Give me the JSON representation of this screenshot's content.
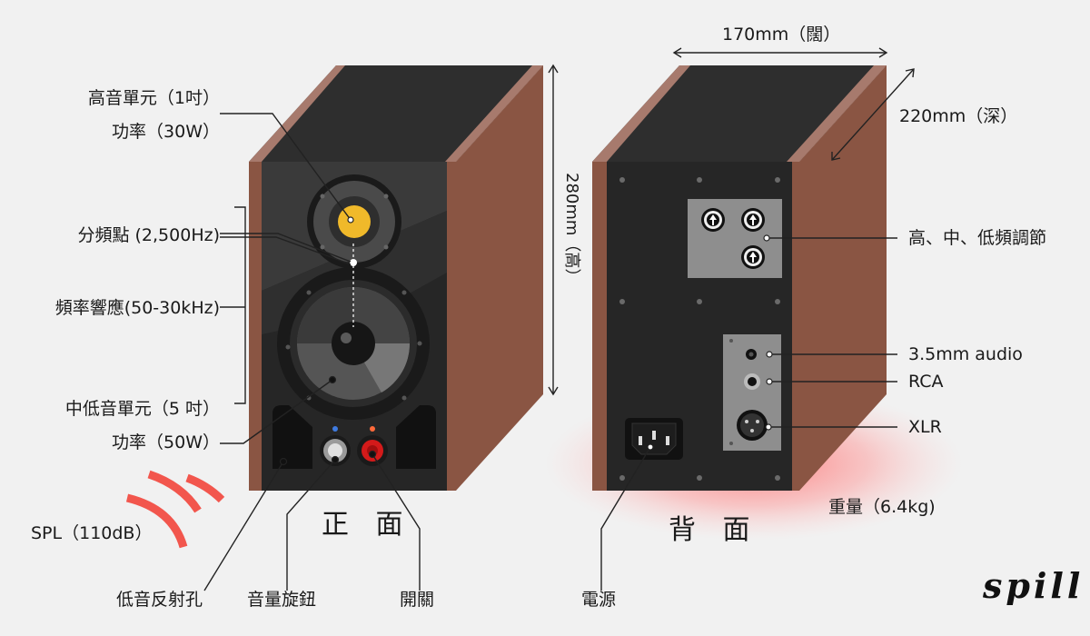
{
  "front": {
    "title": "正 面",
    "labels": {
      "tweeter_line1": "高音單元（1吋）",
      "tweeter_line2": "功率（30W）",
      "crossover": "分頻點 (2,500Hz)",
      "freq_response": "頻率響應(50-30kHz)",
      "woofer_line1": "中低音單元（5 吋）",
      "woofer_line2": "功率（50W）",
      "spl": "SPL（110dB）",
      "bass_port": "低音反射孔",
      "volume_knob": "音量旋鈕",
      "power_switch": "開關"
    }
  },
  "back": {
    "title": "背 面",
    "labels": {
      "eq_adjust": "高、中、低頻調節",
      "audio_35": "3.5mm audio",
      "rca": "RCA",
      "xlr": "XLR",
      "weight": "重量（6.4kg)",
      "power": "電源"
    }
  },
  "dimensions": {
    "width": "170mm（闊）",
    "depth": "220mm（深）",
    "height": "280mm（高）"
  },
  "brand": "spill",
  "colors": {
    "wood": "#8a5543",
    "wood_light": "#a77a6d",
    "cabinet_dark": "#2d2d2d",
    "front_panel": "#262626",
    "tweeter_gold": "#f0b92a",
    "power_red": "#d31a1a",
    "spl_wave": "#f2564d",
    "back_glow": "#ff7a7a"
  }
}
